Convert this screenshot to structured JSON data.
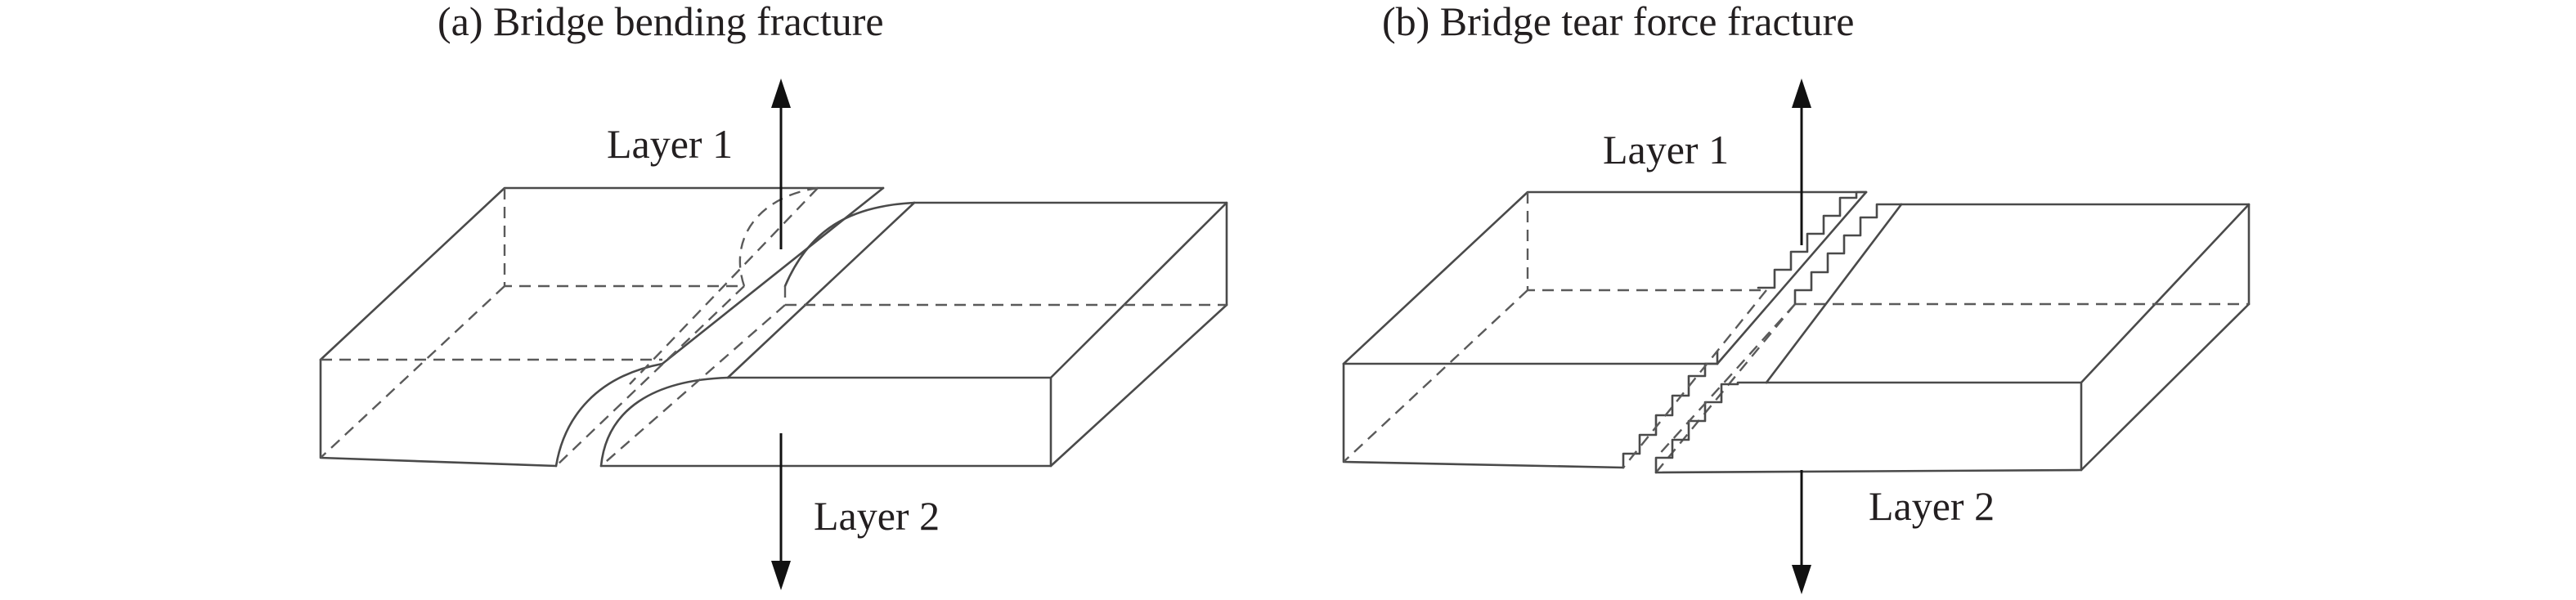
{
  "panel_a": {
    "caption": "(a) Bridge bending fracture",
    "layer_top": "Layer 1",
    "layer_bottom": "Layer 2"
  },
  "panel_b": {
    "caption": "(b) Bridge tear force fracture",
    "layer_top": "Layer 1",
    "layer_bottom": "Layer 2"
  }
}
